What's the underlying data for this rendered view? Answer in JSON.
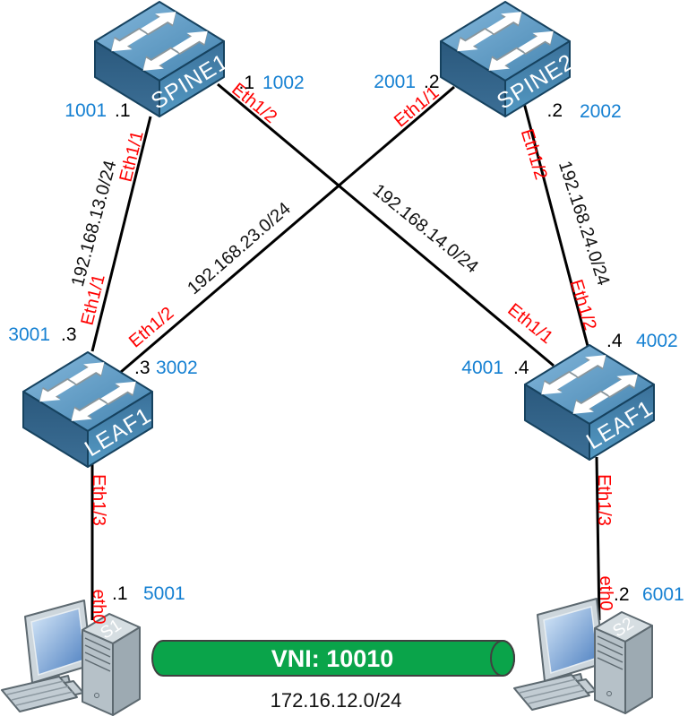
{
  "colors": {
    "device_id_blue": "#1580d2",
    "port_label_red": "#ff0000",
    "link_black": "#000000",
    "vni_pipe_green": "#0aa44a",
    "switch_body_blue": "#4886b2"
  },
  "devices": {
    "spine1": {
      "name": "SPINE1",
      "left_id": "1001",
      "left_ip": ".1",
      "right_ip": ".1",
      "right_id": "1002"
    },
    "spine2": {
      "name": "SPINE2",
      "left_id": "2001",
      "left_ip": ".2",
      "right_ip": ".2",
      "right_id": "2002"
    },
    "leaf_left": {
      "name": "LEAF1",
      "left_id": "3001",
      "left_ip": ".3",
      "right_ip": ".3",
      "right_id": "3002"
    },
    "leaf_right": {
      "name": "LEAF1",
      "left_id": "4001",
      "left_ip": ".4",
      "right_ip": ".4",
      "right_id": "4002"
    },
    "server1": {
      "name": "S1",
      "ip": ".1",
      "id": "5001"
    },
    "server2": {
      "name": "S2",
      "ip": ".2",
      "id": "6001"
    }
  },
  "links": {
    "spine1_leaf_left": {
      "subnet": "192.168.13.0/24",
      "spine_port": "Eth1/1",
      "leaf_port": "Eth1/1"
    },
    "spine1_leaf_right": {
      "subnet": "192.168.14.0/24",
      "spine_port": "Eth1/2",
      "leaf_port": "Eth1/1"
    },
    "spine2_leaf_left": {
      "subnet": "192.168.23.0/24",
      "spine_port": "Eth1/1",
      "leaf_port": "Eth1/2"
    },
    "spine2_leaf_right": {
      "subnet": "192.168.24.0/24",
      "spine_port": "Eth1/2",
      "leaf_port": "Eth1/2"
    },
    "leaf_left_server1": {
      "leaf_port": "Eth1/3",
      "server_port": "eth0"
    },
    "leaf_right_server2": {
      "leaf_port": "Eth1/3",
      "server_port": "eth0"
    }
  },
  "overlay": {
    "vni_label": "VNI: 10010",
    "subnet": "172.16.12.0/24"
  }
}
